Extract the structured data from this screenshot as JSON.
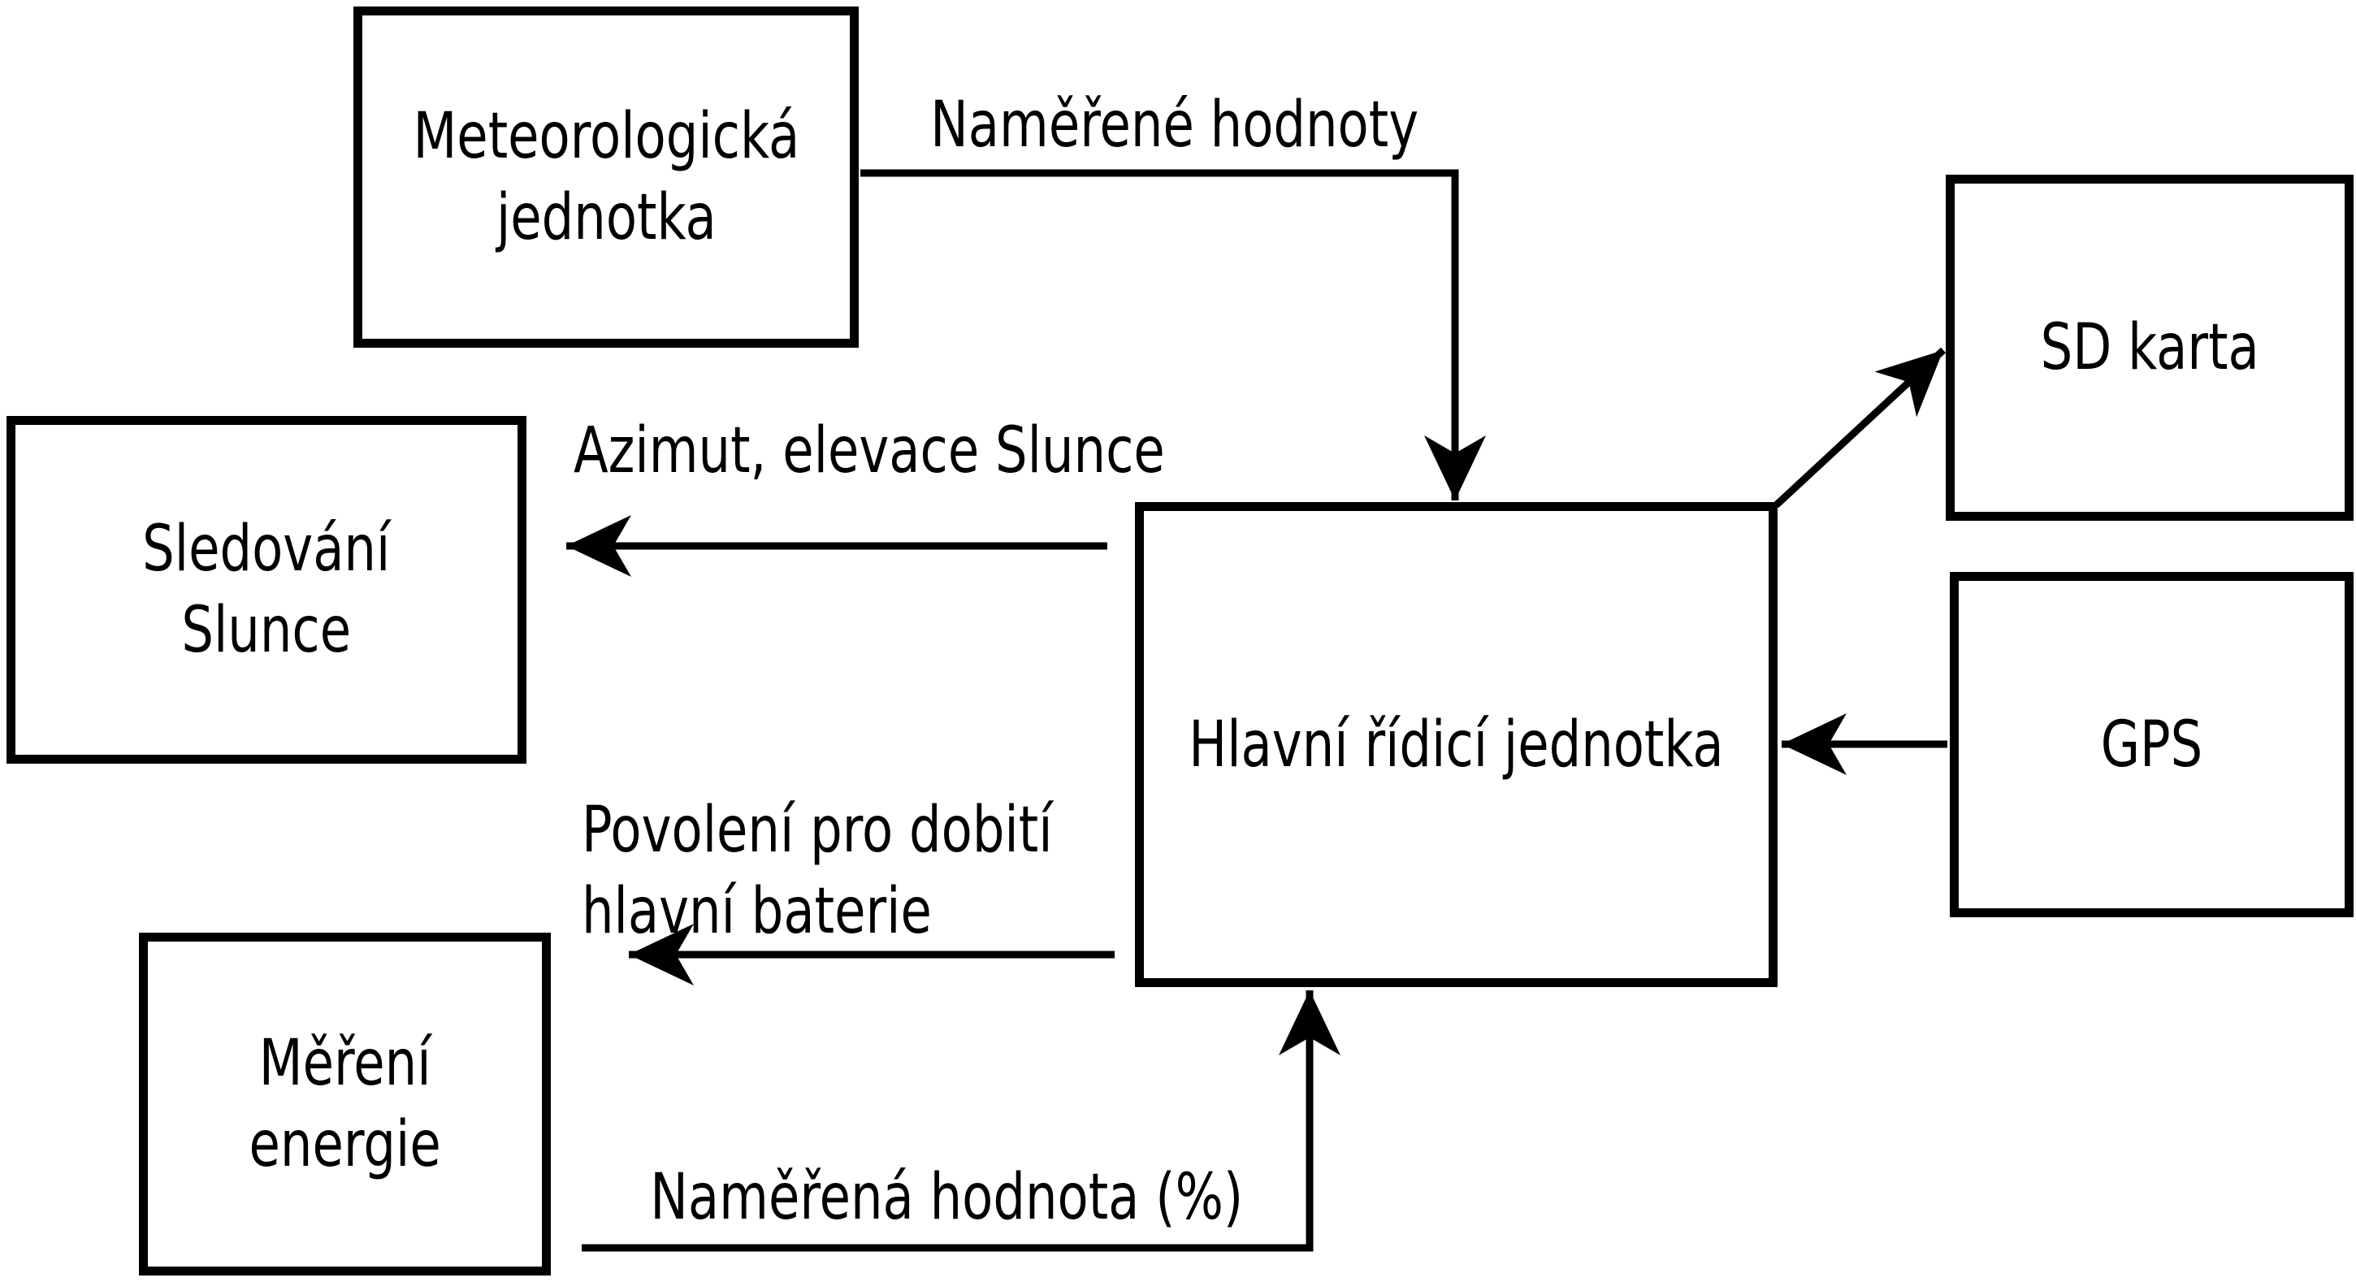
{
  "diagram": {
    "type": "block-diagram",
    "colors": {
      "ink": "#000000",
      "background": "#ffffff"
    },
    "boxes": {
      "meteorological_unit": {
        "line1": "Meteorologická",
        "line2": "jednotka"
      },
      "sd_card": {
        "line1": "SD karta"
      },
      "sun_tracking": {
        "line1": "Sledování",
        "line2": "Slunce"
      },
      "main_control_unit": {
        "line1": "Hlavní řídicí jednotka"
      },
      "gps": {
        "line1": "GPS"
      },
      "energy_measurement": {
        "line1": "Měření",
        "line2": "energie"
      }
    },
    "edge_labels": {
      "measured_values": "Naměřené hodnoty",
      "azimuth_elevation_sun": "Azimut, elevace Slunce",
      "charge_permission_line1": "Povolení pro dobití",
      "charge_permission_line2": "hlavní baterie",
      "measured_value_percent": "Naměřená hodnota (%)"
    },
    "edges": [
      {
        "from": "meteorological_unit",
        "to": "main_control_unit",
        "label": "Naměřené hodnoty"
      },
      {
        "from": "main_control_unit",
        "to": "sun_tracking",
        "label": "Azimut, elevace Slunce"
      },
      {
        "from": "main_control_unit",
        "to": "energy_measurement",
        "label": "Povolení pro dobití hlavní baterie"
      },
      {
        "from": "energy_measurement",
        "to": "main_control_unit",
        "label": "Naměřená hodnota (%)"
      },
      {
        "from": "main_control_unit",
        "to": "sd_card",
        "label": ""
      },
      {
        "from": "gps",
        "to": "main_control_unit",
        "label": ""
      }
    ]
  }
}
